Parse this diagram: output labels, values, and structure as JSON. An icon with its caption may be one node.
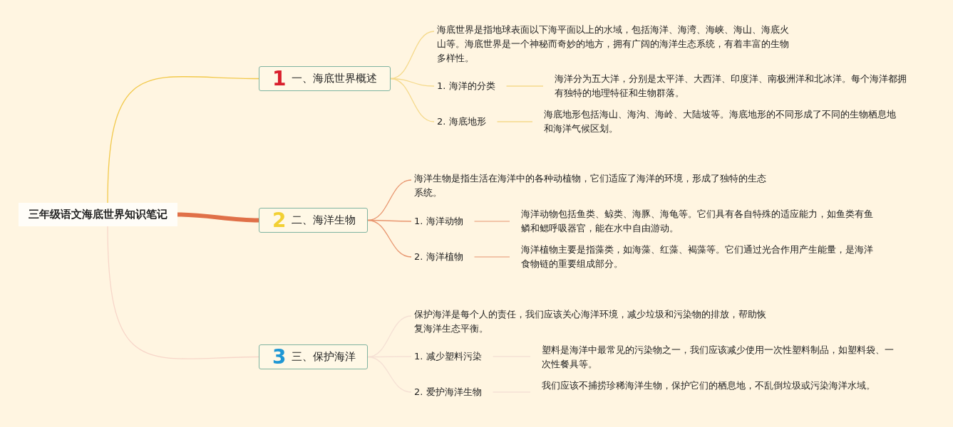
{
  "diagram": {
    "nodes": [
      {
        "text": [
          "三年级语文海底世界知识笔记"
        ]
      },
      {
        "text": [
          "1",
          "一、海底世界概述"
        ]
      },
      {
        "text": [
          "海底世界是指地球表面以下海平面以上的水域，包括海洋、海湾、海峡、海山、海底火山等。海底世界是一个神秘而奇妙的地方，拥有广阔的海洋生态系统，有着丰富的生物多样性。"
        ]
      },
      {
        "text": [
          "1. 海洋的分类"
        ]
      },
      {
        "text": [
          "海洋分为五大洋，分别是太平洋、大西洋、印度洋、南极洲洋和北冰洋。每个海洋都拥有独特的地理特征和生物群落。"
        ]
      },
      {
        "text": [
          "2. 海底地形"
        ]
      },
      {
        "text": [
          "海底地形包括海山、海沟、海岭、大陆坡等。海底地形的不同形成了不同的生物栖息地和海洋气候区划。"
        ]
      },
      {
        "text": [
          "2",
          "二、海洋生物"
        ]
      },
      {
        "text": [
          "海洋生物是指生活在海洋中的各种动植物，它们适应了海洋的环境，形成了独特的生态系统。"
        ]
      },
      {
        "text": [
          "1. 海洋动物"
        ]
      },
      {
        "text": [
          "海洋动物包括鱼类、鲸类、海豚、海龟等。它们具有各自特殊的适应能力，如鱼类有鱼鳞和鳃呼吸器官，能在水中自由游动。"
        ]
      },
      {
        "text": [
          "2. 海洋植物"
        ]
      },
      {
        "text": [
          "海洋植物主要是指藻类，如海藻、红藻、褐藻等。它们通过光合作用产生能量，是海洋食物链的重要组成部分。"
        ]
      },
      {
        "text": [
          "3",
          "三、保护海洋"
        ]
      },
      {
        "text": [
          "保护海洋是每个人的责任，我们应该关心海洋环境，减少垃圾和污染物的排放，帮助恢复海洋生态平衡。"
        ]
      },
      {
        "text": [
          "1. 减少塑料污染"
        ]
      },
      {
        "text": [
          "塑料是海洋中最常见的污染物之一，我们应该减少使用一次性塑料制品，如塑料袋、一次性餐具等。"
        ]
      },
      {
        "text": [
          "2. 爱护海洋生物"
        ]
      },
      {
        "text": [
          "我们应该不捕捞珍稀海洋生物，保护它们的栖息地，不乱倒垃圾或污染海洋水域。"
        ]
      }
    ],
    "edges": [
      {
        "from": 0,
        "to": 1,
        "arrow": "none",
        "color": "#f2c94c"
      },
      {
        "from": 0,
        "to": 7,
        "arrow": "none",
        "style": "thick",
        "color": "#e07048"
      },
      {
        "from": 0,
        "to": 13,
        "arrow": "none",
        "color": "#f7d6c9"
      },
      {
        "from": 1,
        "to": 2,
        "arrow": "none",
        "color": "#f5d98a"
      },
      {
        "from": 1,
        "to": 3,
        "arrow": "none",
        "color": "#f5d98a"
      },
      {
        "from": 1,
        "to": 5,
        "arrow": "none",
        "color": "#f5d98a"
      },
      {
        "from": 3,
        "to": 4,
        "arrow": "none",
        "color": "#f5d98a"
      },
      {
        "from": 5,
        "to": 6,
        "arrow": "none",
        "color": "#f5d98a"
      },
      {
        "from": 7,
        "to": 8,
        "arrow": "none",
        "color": "#e8956e"
      },
      {
        "from": 7,
        "to": 9,
        "arrow": "none",
        "color": "#e8956e"
      },
      {
        "from": 7,
        "to": 11,
        "arrow": "none",
        "color": "#e8956e"
      },
      {
        "from": 9,
        "to": 10,
        "arrow": "none",
        "color": "#eeb394"
      },
      {
        "from": 11,
        "to": 12,
        "arrow": "none",
        "color": "#eeb394"
      },
      {
        "from": 13,
        "to": 14,
        "arrow": "none",
        "color": "#f5e0d4"
      },
      {
        "from": 13,
        "to": 15,
        "arrow": "none",
        "color": "#f5e0d4"
      },
      {
        "from": 13,
        "to": 17,
        "arrow": "none",
        "color": "#f5e0d4"
      },
      {
        "from": 15,
        "to": 16,
        "arrow": "none",
        "color": "#f5e0d4"
      },
      {
        "from": 17,
        "to": 18,
        "arrow": "none",
        "color": "#f5e0d4"
      }
    ]
  }
}
